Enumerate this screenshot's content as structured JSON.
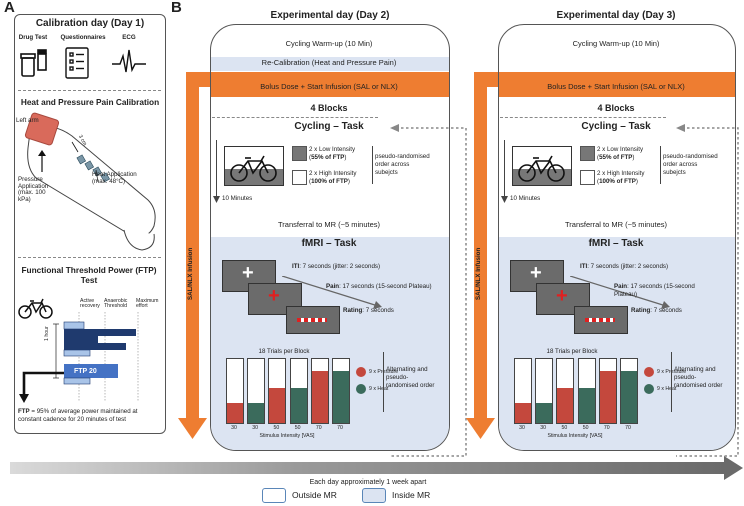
{
  "panelA": {
    "letter": "A",
    "title": "Calibration day (Day 1)",
    "icons": [
      "Drug Test",
      "Questionnaires",
      "ECG"
    ],
    "heat_title": "Heat and Pressure Pain Calibration",
    "left_arm": "Left arm",
    "cm": "3 cm",
    "heat_app": "Heat Application (max. 48°C)",
    "pressure_app": "Pressure Application (max. 100 kPa)",
    "ftp_title": "Functional Threshold Power (FTP) Test",
    "col_labels": [
      "Active recovery",
      "Anaerobic Threshold",
      "Maximum effort"
    ],
    "hour": "1 hour",
    "ftp20": "FTP 20",
    "ftp_def_bold": "FTP",
    "ftp_def": " = 95% of average power maintained at constant cadence for 20 minutes of test"
  },
  "panelB": {
    "letter": "B"
  },
  "days": [
    {
      "title": "Experimental day (Day 2)",
      "warmup": "Cycling Warm-up (10 Min)",
      "recal": "Re-Calibration (Heat and Pressure Pain)",
      "bolus": "Bolus Dose + Start Infusion (SAL or NLX)",
      "blocks": "4 Blocks",
      "cycling_task": "Cycling – Task",
      "low": "2 x Low Intensity",
      "low_pct": "55% of FTP",
      "high": "2 x High Intensity",
      "high_pct": "100% of FTP",
      "pseudo": "pseudo-randomised order across subejcts",
      "ten_min": "10 Minutes",
      "transfer": "Transferral to MR (~5 minutes)",
      "fmri": "fMRI – Task",
      "iti_b": "ITI",
      "iti": ": 7 seconds (jitter: 2 seconds)",
      "pain_b": "Pain",
      "pain": ": 17 seconds (15-second Plateau)",
      "rating_b": "Rating",
      "rating": ": 7 seconds",
      "trials": "18 Trials per Block",
      "pressure_legend": "9 x Pressure",
      "heat_legend": "9 x Heat",
      "alt": "Alternating and pseudo-randomised order",
      "intensities": [
        "30",
        "30",
        "50",
        "50",
        "70",
        "70"
      ],
      "x_label": "Stimulus Intensity [VAS]",
      "infusion": "SAL/NLX Infusion"
    },
    {
      "title": "Experimental day (Day 3)",
      "warmup": "Cycling Warm-up (10 Min)",
      "bolus": "Bolus Dose + Start Infusion (SAL or NLX)",
      "blocks": "4 Blocks",
      "cycling_task": "Cycling – Task",
      "low": "2 x Low Intensity",
      "low_pct": "55% of FTP",
      "high": "2 x High Intensity",
      "high_pct": "100% of FTP",
      "pseudo": "pseudo-randomised order across subejcts",
      "ten_min": "10 Minutes",
      "transfer": "Transferral to MR (~5 minutes)",
      "fmri": "fMRI – Task",
      "iti_b": "ITI",
      "iti": ": 7 seconds (jitter: 2 seconds)",
      "pain_b": "Pain",
      "pain": ": 17 seconds (15-second Plateau)",
      "rating_b": "Rating",
      "rating": ": 7 seconds",
      "trials": "18 Trials per Block",
      "pressure_legend": "9 x Pressure",
      "heat_legend": "9 x Heat",
      "alt": "Alternating and pseudo-randomised order",
      "intensities": [
        "30",
        "30",
        "50",
        "50",
        "70",
        "70"
      ],
      "x_label": "Stimulus Intensity [VAS]",
      "infusion": "SAL/NLX Infusion"
    }
  ],
  "bars": [
    {
      "kind": "pressure",
      "level": 0.32
    },
    {
      "kind": "heat",
      "level": 0.32
    },
    {
      "kind": "pressure",
      "level": 0.55
    },
    {
      "kind": "heat",
      "level": 0.55
    },
    {
      "kind": "pressure",
      "level": 0.82
    },
    {
      "kind": "heat",
      "level": 0.82
    }
  ],
  "timeline": "Each day approximately 1 week apart",
  "legend": {
    "outside": "Outside MR",
    "inside": "Inside MR"
  },
  "colors": {
    "orange": "#ee7d31",
    "light_blue": "#dce4f2",
    "pressure": "#c4483d",
    "heat": "#3b6b5c",
    "navy": "#1f3a6e",
    "ftp_blue": "#4472c4"
  }
}
